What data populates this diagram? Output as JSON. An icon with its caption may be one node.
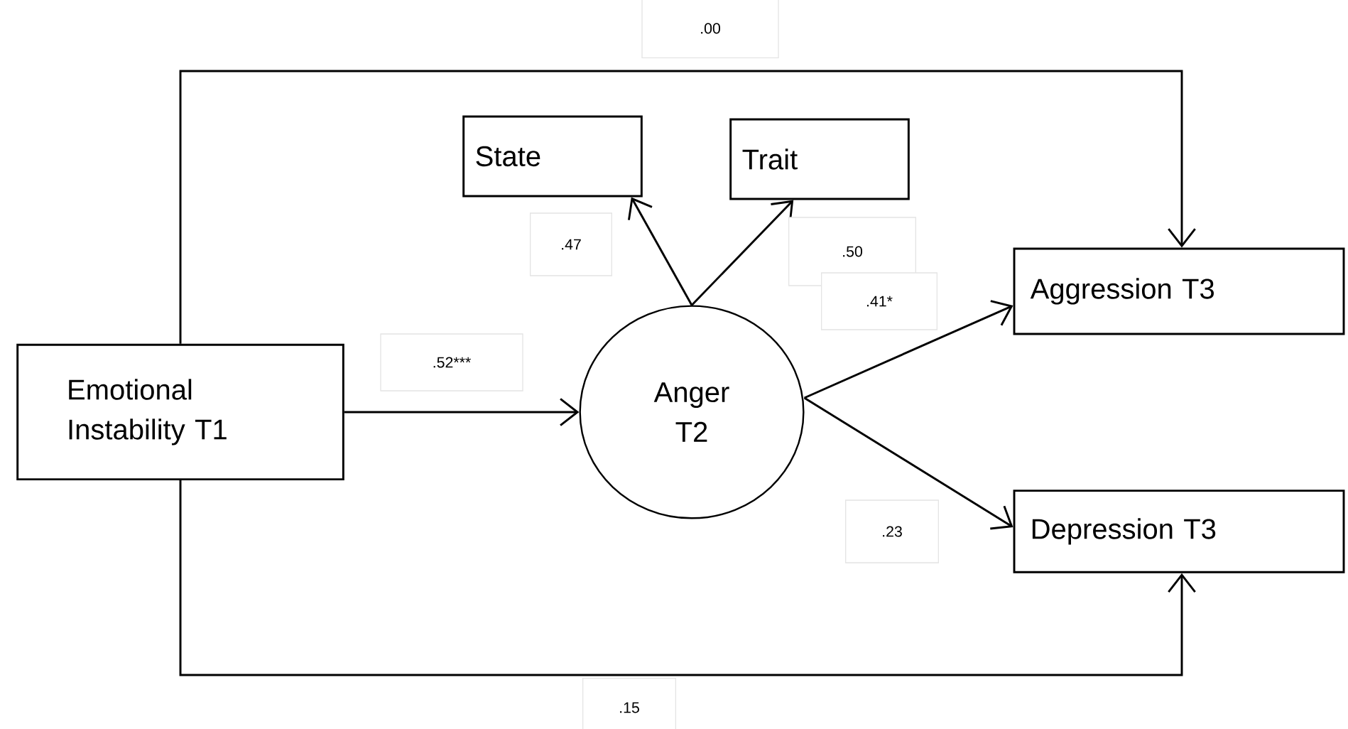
{
  "diagram": {
    "nodes": [
      {
        "text": [
          "Emotional Instability T1"
        ]
      },
      {
        "text": [
          "State"
        ]
      },
      {
        "text": [
          "Trait"
        ]
      },
      {
        "text": [
          "Anger T2"
        ]
      },
      {
        "text": [
          "Aggression T3"
        ]
      },
      {
        "text": [
          "Depression T3"
        ]
      }
    ],
    "edges": [
      {
        "from": 0,
        "to": 3,
        "arrow": "to",
        "label": ".52***"
      },
      {
        "from": 3,
        "to": 1,
        "arrow": "to",
        "label": ".47"
      },
      {
        "from": 3,
        "to": 2,
        "arrow": "to",
        "label": ".50"
      },
      {
        "from": 3,
        "to": 4,
        "arrow": "to",
        "label": ".41*"
      },
      {
        "from": 3,
        "to": 5,
        "arrow": "to",
        "label": ".23"
      },
      {
        "from": 0,
        "to": 4,
        "arrow": "to",
        "label": ".00"
      },
      {
        "from": 0,
        "to": 5,
        "arrow": "to",
        "label": ".15"
      }
    ]
  }
}
